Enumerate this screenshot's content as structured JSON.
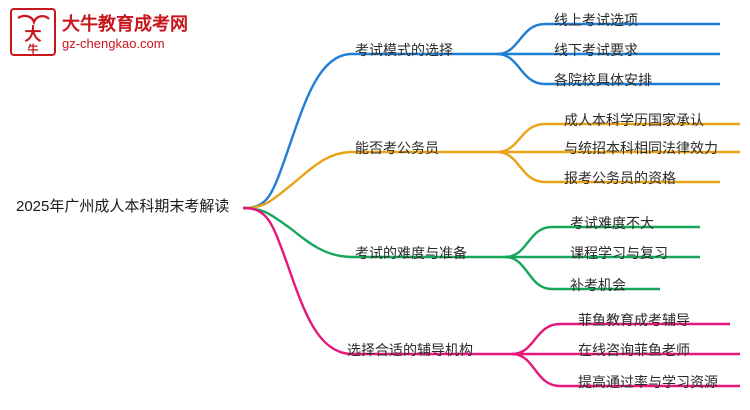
{
  "logo": {
    "mark_text": "大牛",
    "title": "大牛教育成考网",
    "subtitle": "gz-chengkao.com",
    "brand_color": "#c8161d"
  },
  "mindmap": {
    "root": {
      "label": "2025年广州成人本科期末考解读"
    },
    "branches": [
      {
        "label": "考试模式的选择",
        "color": "#1f7fd4",
        "children": [
          {
            "label": "线上考试选项"
          },
          {
            "label": "线下考试要求"
          },
          {
            "label": "各院校具体安排"
          }
        ]
      },
      {
        "label": "能否考公务员",
        "color": "#e8a317",
        "children": [
          {
            "label": "成人本科学历国家承认"
          },
          {
            "label": "与统招本科相同法律效力"
          },
          {
            "label": "报考公务员的资格"
          }
        ]
      },
      {
        "label": "考试的难度与准备",
        "color": "#17a65a",
        "children": [
          {
            "label": "考试难度不大"
          },
          {
            "label": "课程学习与复习"
          },
          {
            "label": "补考机会"
          }
        ]
      },
      {
        "label": "选择合适的辅导机构",
        "color": "#e5177b",
        "children": [
          {
            "label": "菲鱼教育成考辅导"
          },
          {
            "label": "在线咨询菲鱼老师"
          },
          {
            "label": "提高通过率与学习资源"
          }
        ]
      }
    ]
  }
}
